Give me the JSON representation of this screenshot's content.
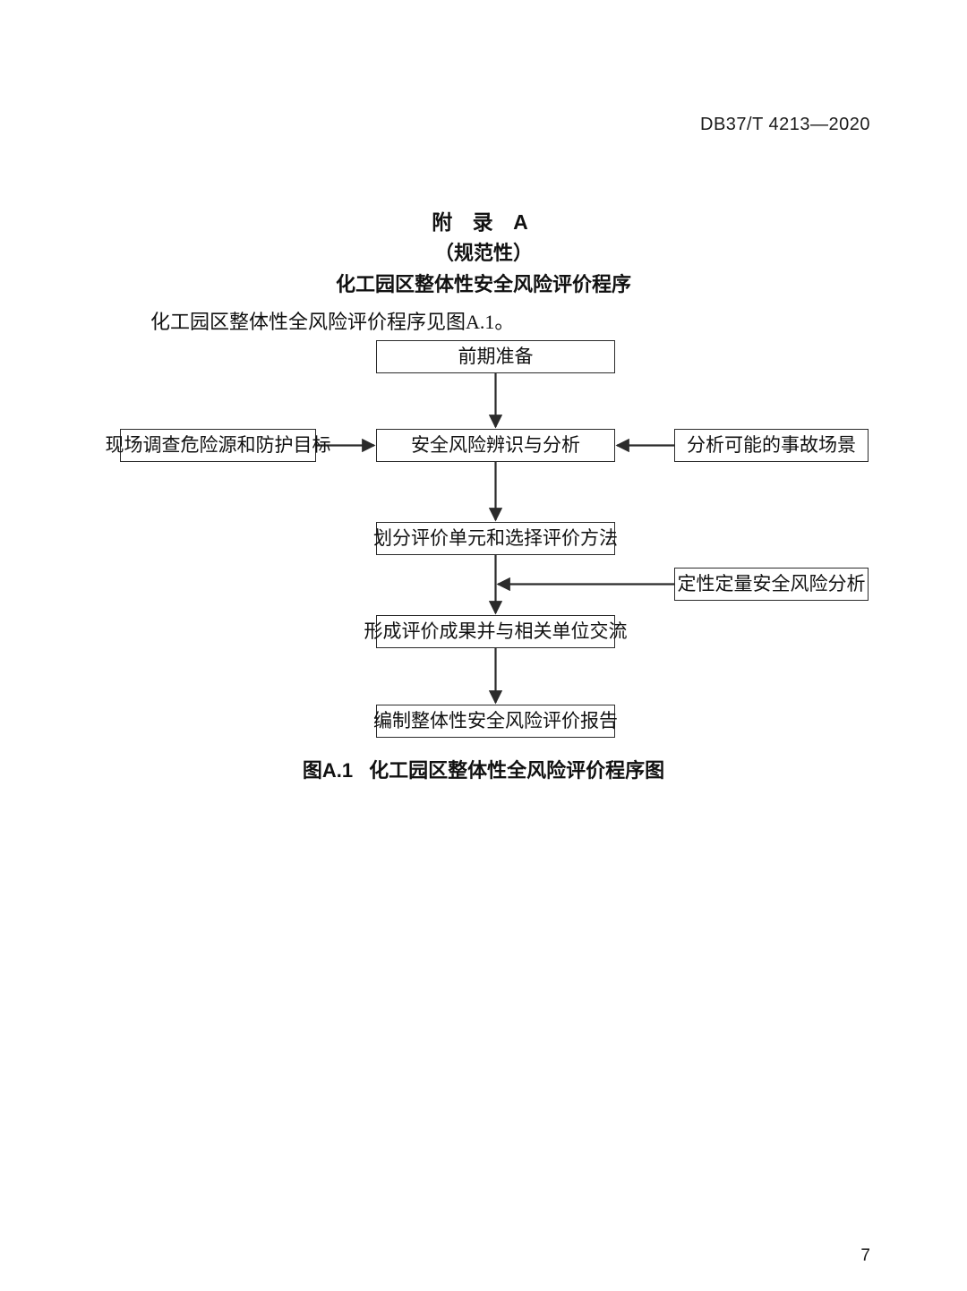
{
  "header": {
    "standard_number": "DB37/T 4213—2020"
  },
  "annex": {
    "title": "附 录 A",
    "kind": "（规范性）",
    "name": "化工园区整体性安全风险评价程序"
  },
  "body": {
    "paragraph": "化工园区整体性全风险评价程序见图A.1。"
  },
  "figure": {
    "caption_number": "图A.1",
    "caption_text": "化工园区整体性全风险评价程序图"
  },
  "footer": {
    "page_number": "7"
  },
  "chart_data": {
    "type": "diagram",
    "title": "化工园区整体性全风险评价程序图",
    "nodes": [
      {
        "id": "prep",
        "label": "前期准备",
        "column": "center"
      },
      {
        "id": "survey",
        "label": "现场调查危险源和防护目标",
        "column": "left"
      },
      {
        "id": "identify",
        "label": "安全风险辨识与分析",
        "column": "center"
      },
      {
        "id": "scenario",
        "label": "分析可能的事故场景",
        "column": "right"
      },
      {
        "id": "unit",
        "label": "划分评价单元和选择评价方法",
        "column": "center"
      },
      {
        "id": "quant",
        "label": "定性定量安全风险分析",
        "column": "right"
      },
      {
        "id": "result",
        "label": "形成评价成果并与相关单位交流",
        "column": "center"
      },
      {
        "id": "report",
        "label": "编制整体性安全风险评价报告",
        "column": "center"
      }
    ],
    "edges": [
      {
        "from": "prep",
        "to": "identify",
        "direction": "down"
      },
      {
        "from": "survey",
        "to": "identify",
        "direction": "right"
      },
      {
        "from": "scenario",
        "to": "identify",
        "direction": "left"
      },
      {
        "from": "identify",
        "to": "unit",
        "direction": "down"
      },
      {
        "from": "unit",
        "to": "result",
        "direction": "down"
      },
      {
        "from": "quant",
        "to": "unit-result-trunk",
        "direction": "left"
      },
      {
        "from": "result",
        "to": "report",
        "direction": "down"
      }
    ]
  }
}
